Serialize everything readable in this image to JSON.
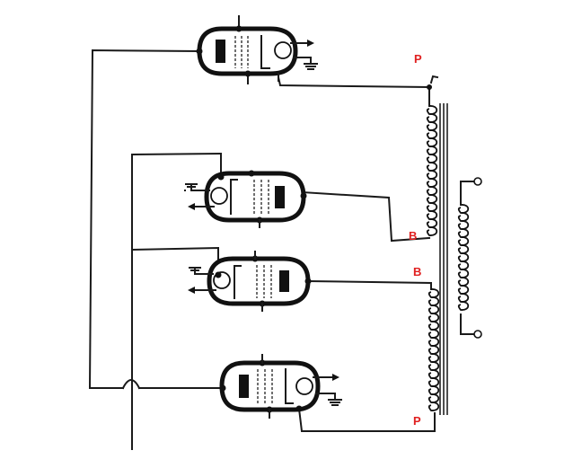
{
  "labels": {
    "p_top": "P",
    "b_upper": "B",
    "b_lower": "B",
    "p_bottom": "P"
  },
  "colors": {
    "label": "#e02020",
    "ink": "#111111",
    "background": "#ffffff"
  }
}
